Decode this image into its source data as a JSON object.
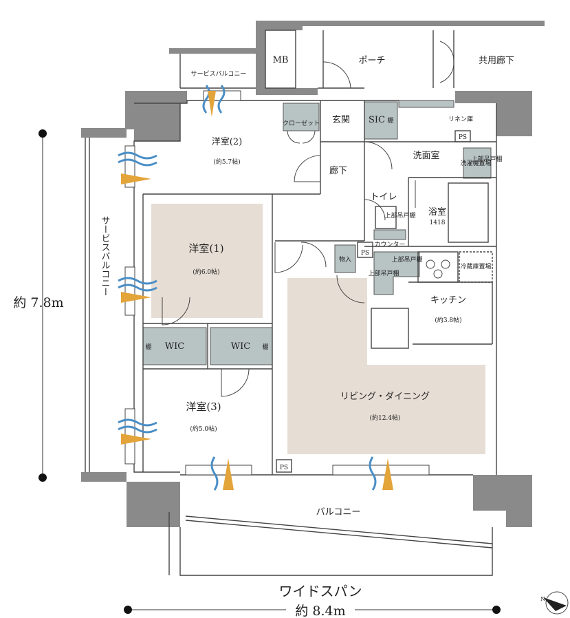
{
  "rooms": {
    "mb": "MB",
    "porch": "ポーチ",
    "common_corridor": "共用廊下",
    "service_balcony_top": "サービスバルコニー",
    "closet": "クローゼット",
    "western_room_2": "洋室(2)",
    "western_room_2_size": "(約5.7帖)",
    "entrance": "玄関",
    "sic": "SIC",
    "shelf": "棚",
    "linen_shelf": "リネン庫",
    "ps": "PS",
    "washroom": "洗面室",
    "washer_space": "洗濯機置場",
    "upper_cabinet": "上部吊戸棚",
    "hallway": "廊下",
    "toilet": "トイレ",
    "bathroom": "浴室",
    "bath_size": "1418",
    "counter": "カウンター",
    "western_room_1": "洋室(1)",
    "western_room_1_size": "(約6.0帖)",
    "storage": "物入",
    "fridge_space": "冷蔵庫置場",
    "kitchen": "キッチン",
    "kitchen_size": "(約3.8帖)",
    "service_balcony_side": "サービスバルコニー",
    "wic": "WIC",
    "living_dining": "リビング・ダイニング",
    "living_dining_size": "(約12.4帖)",
    "western_room_3": "洋室(3)",
    "western_room_3_size": "(約5.0帖)",
    "balcony": "バルコニー"
  },
  "dimensions": {
    "height_label": "約 7.8m",
    "wide_span_label": "ワイドスパン",
    "width_label": "約 8.4m"
  },
  "colors": {
    "wall": "#8a8a8a",
    "room_floor": "#e6ddd4",
    "storage": "#b8c3c3",
    "wind_blue": "#4a8ec6",
    "wind_orange": "#e3a43a"
  }
}
